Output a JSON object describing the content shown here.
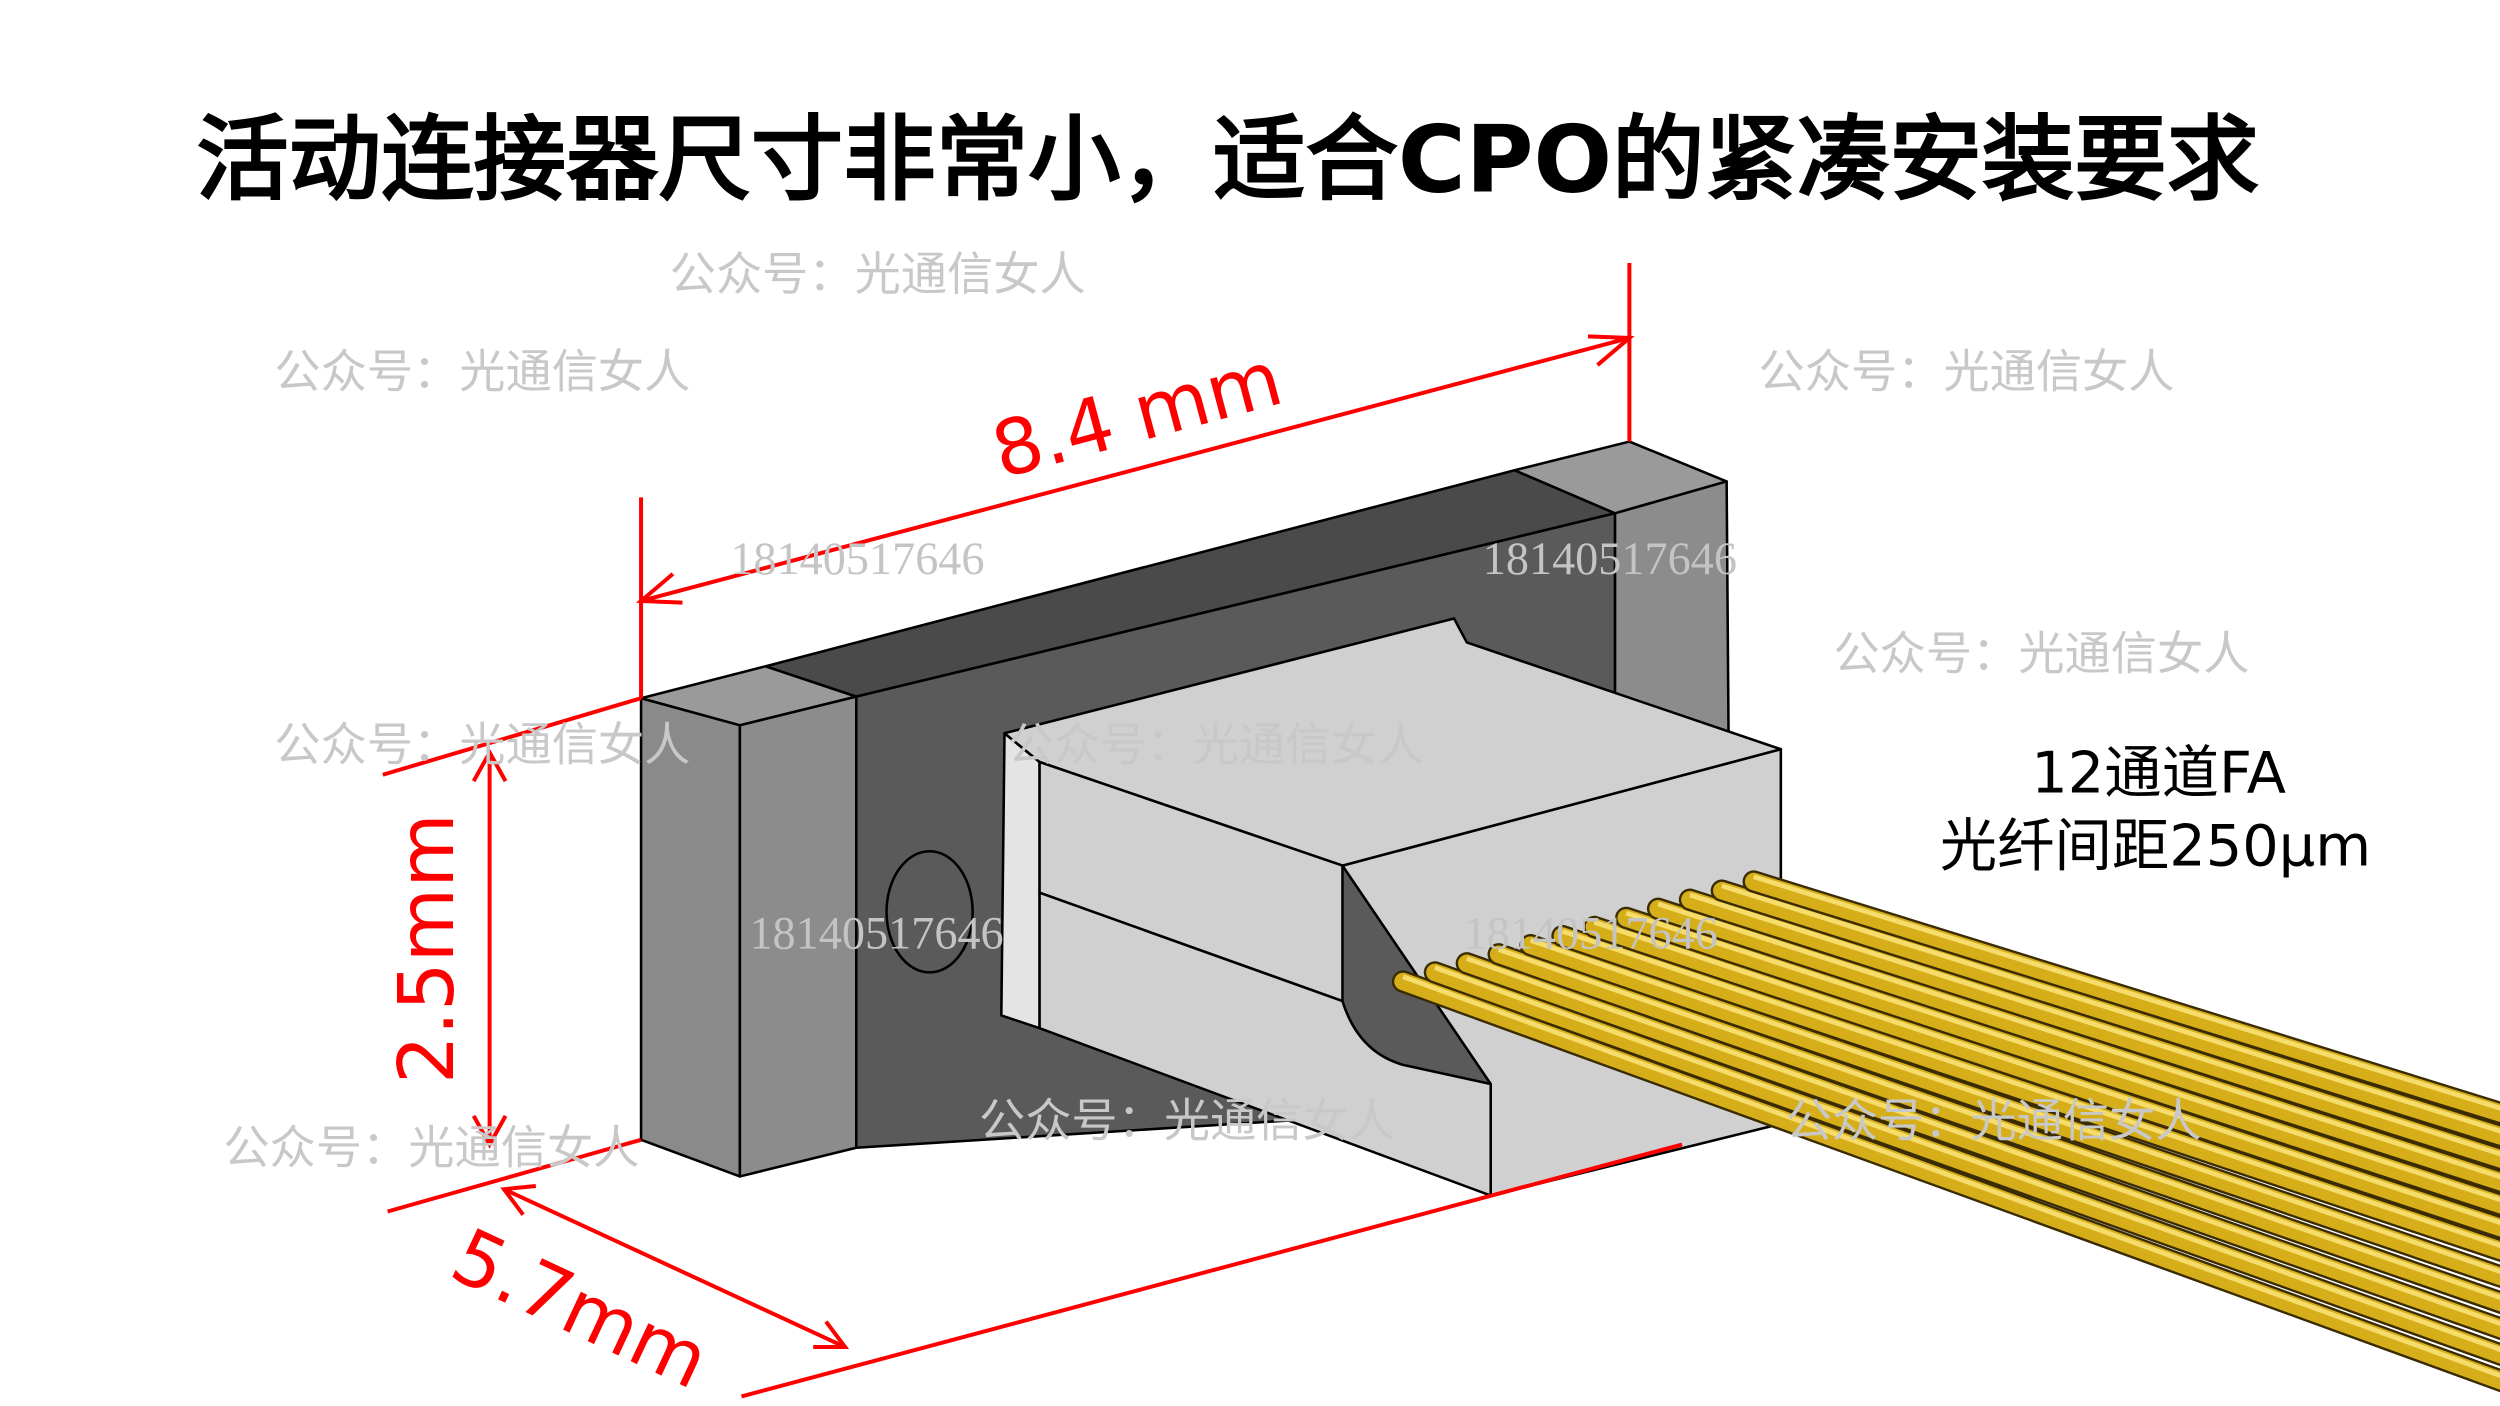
{
  "title": "活动连接器尺寸非常小，适合CPO的紧凑安装要求",
  "dimensions": {
    "length": "8.4 mm",
    "height": "2.5mm",
    "depth": "5.7mm"
  },
  "fa_label": {
    "line1": "12通道FA",
    "line2": "光纤间距250μm"
  },
  "fiber_count": 12,
  "watermarks": {
    "account": "公众号：光通信女人",
    "phone": "18140517646"
  },
  "colors": {
    "dimension": "#ff0000",
    "body_dark": "#5a5a5a",
    "end_block": "#8c8c8c",
    "plug": "#cfd0cf",
    "fiber": "#c9a000"
  }
}
